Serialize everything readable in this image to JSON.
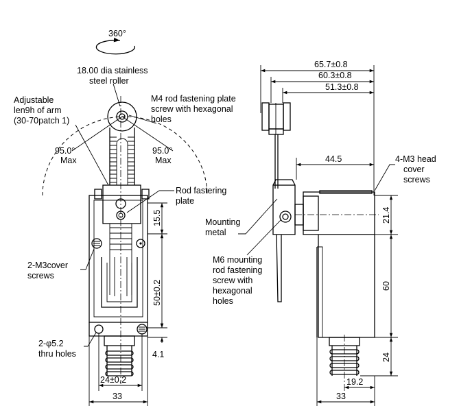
{
  "front_view": {
    "rotation_label": "360°",
    "roller_label": [
      "18.00 dia stainless",
      "steel roller"
    ],
    "arm_label": [
      "Adjustable",
      "len9h of arm",
      "(30-70patch 1)"
    ],
    "rod_screw_label": [
      "M4 rod fastening plate",
      "screw with hexagonal",
      "holes"
    ],
    "angle_left": [
      "95.0°",
      "Max"
    ],
    "angle_right": [
      "95.0°",
      "Max"
    ],
    "rod_plate_label": [
      "Rod fastering",
      "plate"
    ],
    "cover_screws_label": [
      "2-M3cover",
      "screws"
    ],
    "holes_label": [
      "2-φ5.2",
      "thru holes"
    ],
    "dim_15_5": "15.5",
    "dim_50": "50±0.2",
    "dim_4_1": "4.1",
    "dim_24": "24±0.2",
    "dim_33": "33"
  },
  "side_view": {
    "dim_65_7": "65.7±0.8",
    "dim_60_3": "60.3±0.8",
    "dim_51_3": "51.3±0.8",
    "dim_44_5": "44.5",
    "head_screws_label": [
      "4-M3 head",
      "cover",
      "screws"
    ],
    "mounting_metal_label": [
      "Mounting",
      "metal"
    ],
    "m6_label": [
      "M6 mounting",
      "rod fastening",
      "screw with",
      "hexagonal",
      "holes"
    ],
    "dim_21_4": "21.4",
    "dim_60": "60",
    "dim_24": "24",
    "dim_19_2": "19.2",
    "dim_33": "33"
  }
}
